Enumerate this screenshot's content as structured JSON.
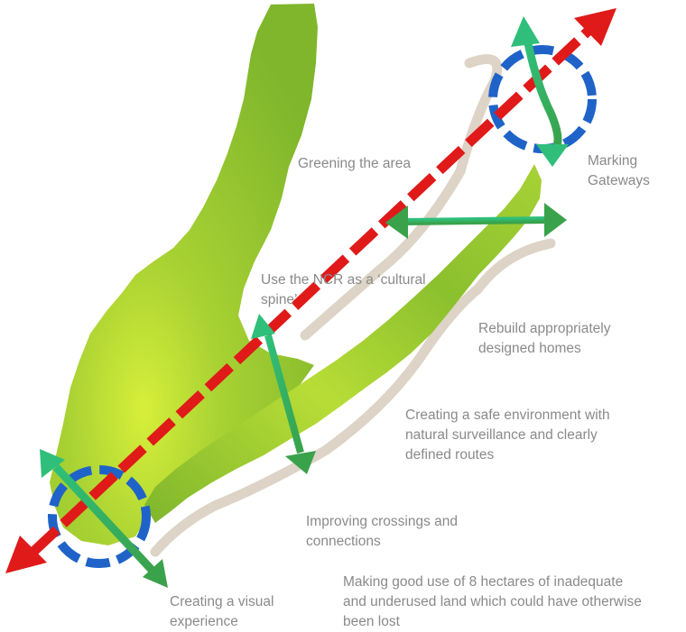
{
  "labels": {
    "greening": [
      "Greening the area"
    ],
    "gateways": [
      "Marking",
      "Gateways"
    ],
    "spine": [
      "Use the NCR as a ‘cultural",
      "spine’"
    ],
    "homes": [
      "Rebuild appropriately",
      "designed homes"
    ],
    "safe": [
      "Creating a safe environment with",
      "natural surveillance and clearly",
      "defined routes"
    ],
    "crossings": [
      "Improving crossings and",
      "connections"
    ],
    "land": [
      "Making good use of 8 hectares of inadequate",
      "and underused land which could have otherwise",
      "been lost"
    ],
    "visual": [
      "Creating a visual",
      "experience"
    ]
  },
  "colors": {
    "land_dark": "#7fb62c",
    "land_light": "#c8e82e",
    "buffer_strip": "#ddd3c6",
    "spine_arrow": "#e01919",
    "gateway_ring": "#1f63c9",
    "connection_arrow": "#38b25e",
    "label_text": "#8a8a8a"
  }
}
